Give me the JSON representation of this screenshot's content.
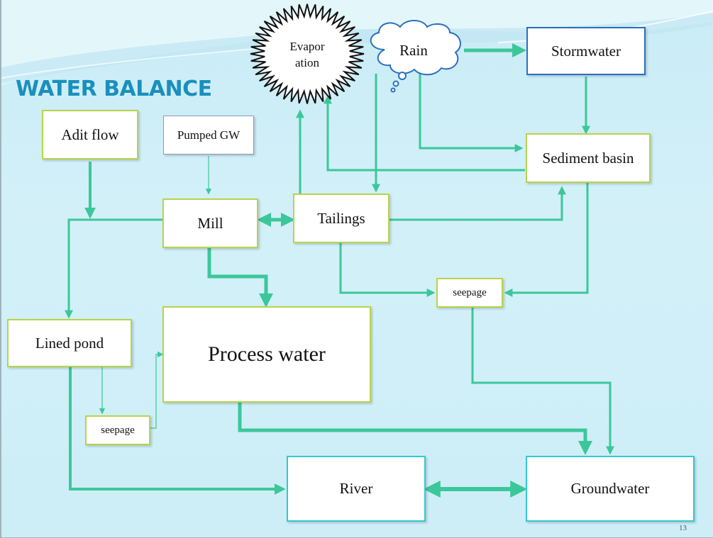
{
  "slide": {
    "title": "WATER BALANCE",
    "page_number": "13"
  },
  "nodes": {
    "evaporation": "Evapor\nation",
    "rain": "Rain",
    "stormwater": "Stormwater",
    "adit_flow": "Adit flow",
    "pumped_gw": "Pumped GW",
    "sediment_basin": "Sediment basin",
    "mill": "Mill",
    "tailings": "Tailings",
    "seepage_upper": "seepage",
    "lined_pond": "Lined pond",
    "process_water": "Process water",
    "seepage_lower": "seepage",
    "river": "River",
    "groundwater": "Groundwater"
  },
  "colors": {
    "title": "#1a8fbd",
    "arrow": "#3cc79a",
    "box_border_green": "#b8d44a",
    "box_border_cyan": "#33c9cf",
    "box_border_blue": "#2a6fc0",
    "background": "#cdeef7"
  }
}
